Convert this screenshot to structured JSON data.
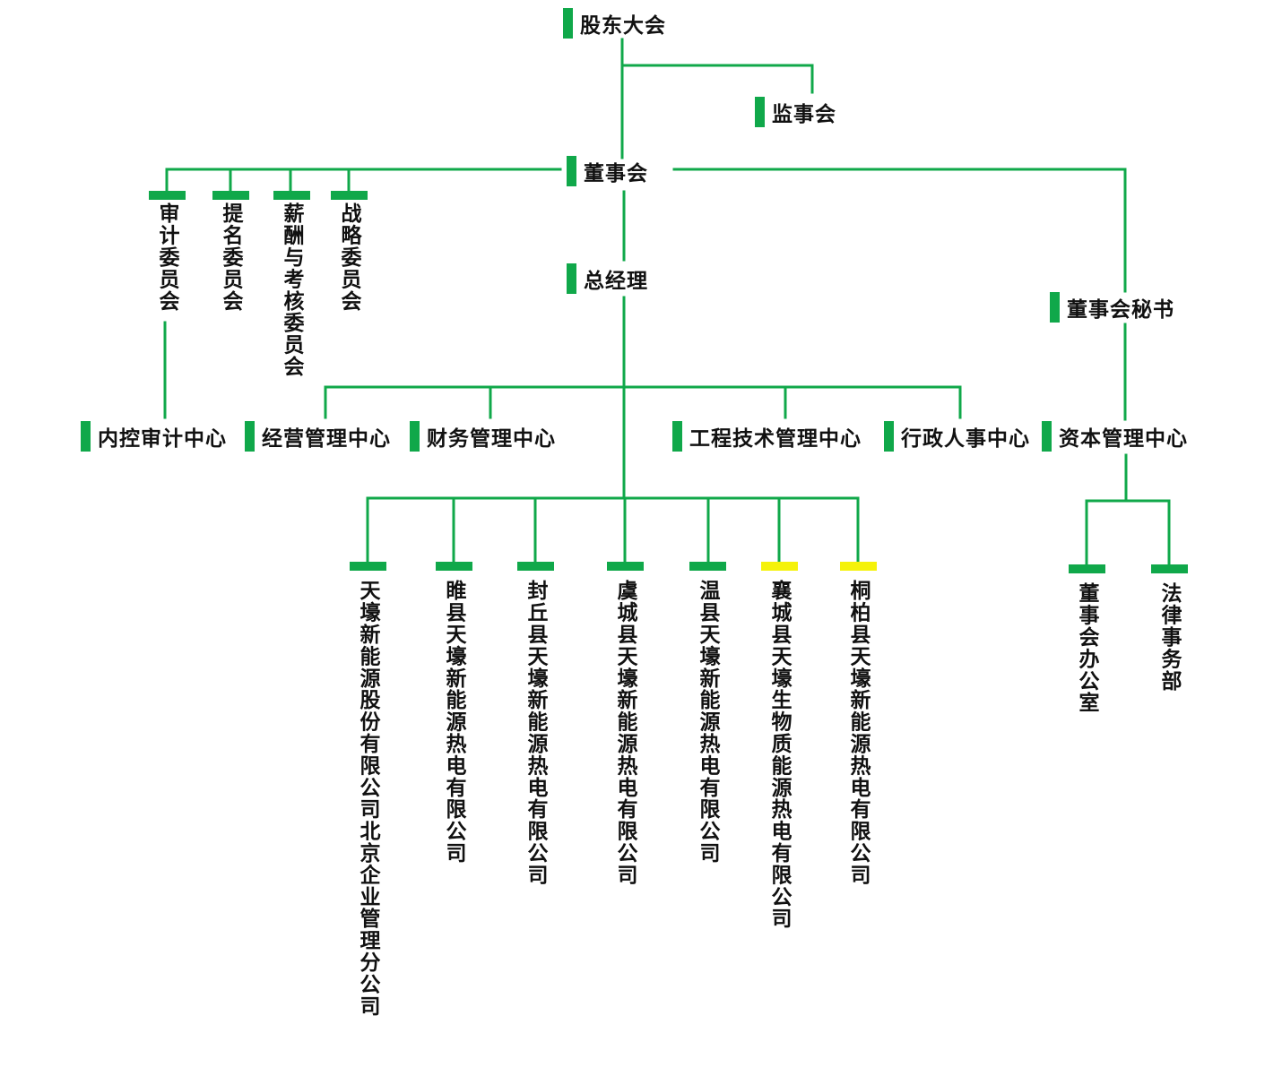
{
  "colors": {
    "line": "#10a84a",
    "marker": "#10a84a",
    "highlight": "#f5f20a"
  },
  "org": {
    "shareholders": "股东大会",
    "supervisors": "监事会",
    "board": "董事会",
    "general_manager": "总经理",
    "board_secretary": "董事会秘书",
    "committees": [
      "审计委员会",
      "提名委员会",
      "薪酬与考核委员会",
      "战略委员会"
    ],
    "centers": [
      "内控审计中心",
      "经营管理中心",
      "财务管理中心",
      "工程技术管理中心",
      "行政人事中心",
      "资本管理中心"
    ],
    "subsidiaries": [
      "天壕新能源股份有限公司北京企业管理分公司",
      "睢县天壕新能源热电有限公司",
      "封丘县天壕新能源热电有限公司",
      "虞城县天壕新能源热电有限公司",
      "温县天壕新能源热电有限公司",
      "襄城县天壕生物质能源热电有限公司",
      "桐柏县天壕新能源热电有限公司"
    ],
    "offices": [
      "董事会办公室",
      "法律事务部"
    ]
  }
}
